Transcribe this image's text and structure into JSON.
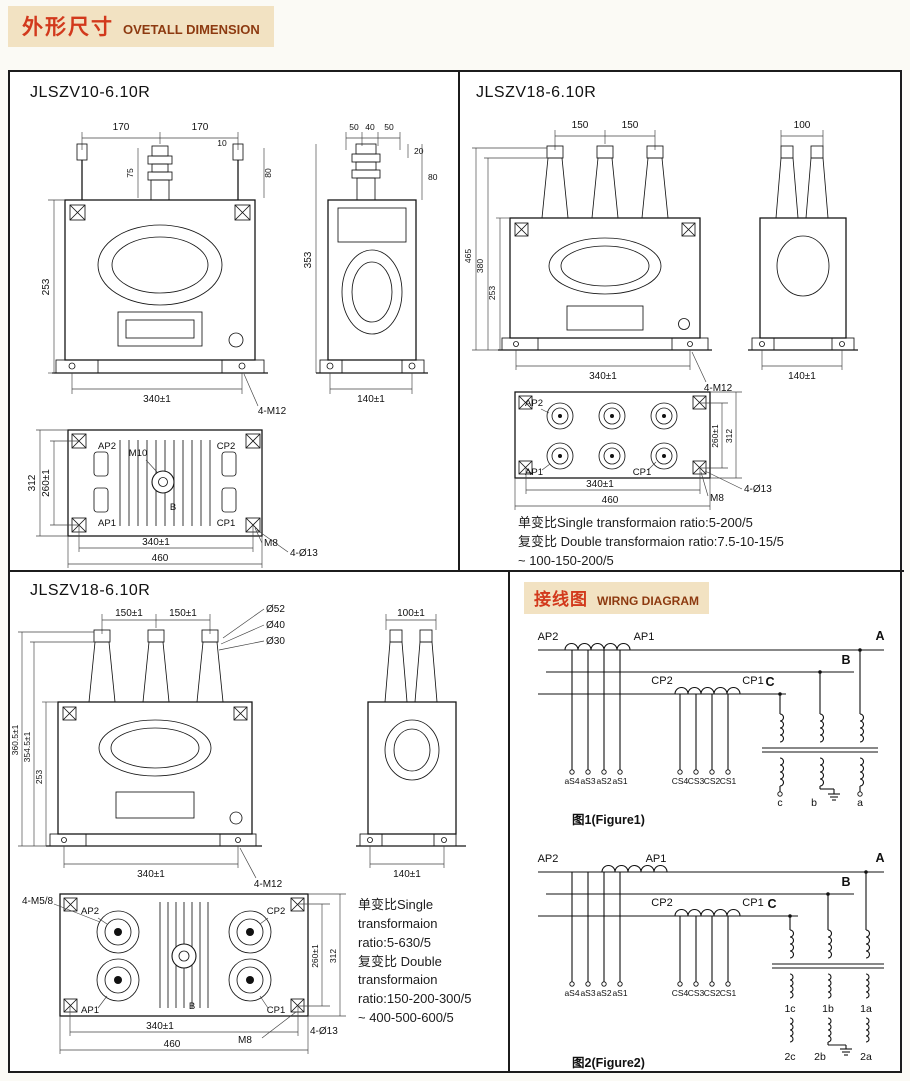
{
  "colors": {
    "banner_bg": "#f2e2c2",
    "title_red": "#d2391c",
    "title_dark": "#8d3a10",
    "line": "#161616"
  },
  "page": {
    "header_zh": "外形尺寸",
    "header_en": "OVETALL DIMENSION"
  },
  "tl": {
    "title": "JLSZV10-6.10R",
    "front": {
      "w1": "170",
      "w2": "170",
      "d10": "10",
      "d75": "75",
      "d80": "80",
      "h253": "253",
      "base": "340±1",
      "bolt": "4-M12"
    },
    "side": {
      "d50a": "50",
      "d40": "40",
      "d50b": "50",
      "d20": "20",
      "d80": "80",
      "h353": "353",
      "base": "140±1"
    },
    "plan": {
      "ap2": "AP2",
      "cp2": "CP2",
      "ap1": "AP1",
      "cp1": "CP1",
      "m10": "M10",
      "b": "B",
      "h312": "312",
      "h260": "260±1",
      "w340": "340±1",
      "w460": "460",
      "m8": "M8",
      "holes": "4-Ø13"
    }
  },
  "tr": {
    "title": "JLSZV18-6.10R",
    "front": {
      "w1": "150",
      "w2": "150",
      "h465": "465",
      "h380": "380",
      "h253": "253",
      "base": "340±1",
      "bolt": "4-M12"
    },
    "side": {
      "w": "100",
      "base": "140±1"
    },
    "plan": {
      "ap2": "AP2",
      "ap1": "AP1",
      "cp1": "CP1",
      "h260": "260±1",
      "h312": "312",
      "w340": "340±1",
      "m8": "M8",
      "holes": "4-Ø13",
      "w460": "460"
    },
    "ratio": [
      "单变比Single transformaion ratio:5-200/5",
      "复变比 Double transformaion ratio:7.5-10-15/5",
      "~ 100-150-200/5"
    ]
  },
  "bl": {
    "title": "JLSZV18-6.10R",
    "front": {
      "c52": "Ø52",
      "c40": "Ø40",
      "c30": "Ø30",
      "w1": "150±1",
      "w2": "150±1",
      "h3605": "360.5±1",
      "h3545": "354.5±1",
      "h253": "253",
      "base": "340±1",
      "bolt": "4-M12"
    },
    "side": {
      "w": "100±1",
      "base": "140±1"
    },
    "plan": {
      "bolt": "4-M5/8",
      "ap2": "AP2",
      "cp2": "CP2",
      "ap1": "AP1",
      "cp1": "CP1",
      "b": "B",
      "h312": "312",
      "h260": "260±1",
      "w340": "340±1",
      "m8": "M8",
      "holes": "4-Ø13",
      "w460": "460"
    },
    "ratio": [
      "单变比Single",
      "transformaion",
      "ratio:5-630/5",
      "复变比 Double",
      " transformaion",
      "ratio:150-200-300/5",
      "~ 400-500-600/5"
    ]
  },
  "br": {
    "header_zh": "接线图",
    "header_en": "WIRNG DIAGRAM",
    "fig1": {
      "ap2": "AP2",
      "ap1": "AP1",
      "a": "A",
      "b": "B",
      "cp2": "CP2",
      "cp1": "CP1",
      "c": "C",
      "taps_a": [
        "aS4",
        "aS3",
        "aS2",
        "aS1"
      ],
      "taps_c": [
        "CS4",
        "CS3",
        "CS2",
        "CS1"
      ],
      "out": [
        "c",
        "b",
        "a"
      ],
      "caption": "图1(Figure1)"
    },
    "fig2": {
      "ap2": "AP2",
      "ap1": "AP1",
      "a": "A",
      "b": "B",
      "cp2": "CP2",
      "cp1": "CP1",
      "c": "C",
      "taps_a": [
        "aS4",
        "aS3",
        "aS2",
        "aS1"
      ],
      "taps_c": [
        "CS4",
        "CS3",
        "CS2",
        "CS1"
      ],
      "out1": [
        "1c",
        "1b",
        "1a"
      ],
      "out2": [
        "2c",
        "2b",
        "2a"
      ],
      "caption": "图2(Figure2)"
    }
  }
}
